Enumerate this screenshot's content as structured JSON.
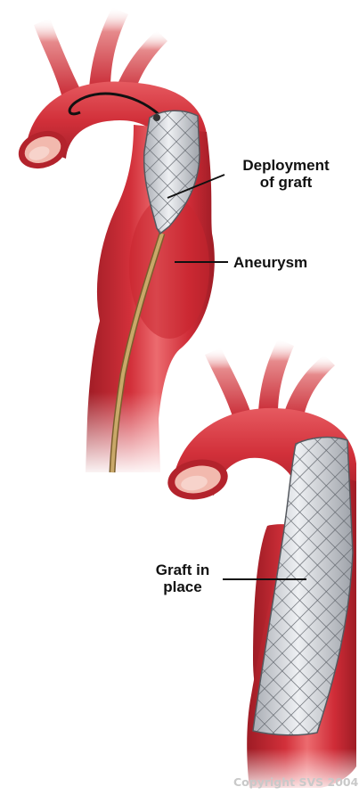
{
  "labels": {
    "deployment": [
      "Deployment",
      "of graft"
    ],
    "aneurysm": "Aneurysm",
    "graft_in_place": [
      "Graft in",
      "place"
    ]
  },
  "copyright": "Copyright SVS 2004",
  "colors": {
    "vessel_red": "#d2303a",
    "vessel_dark": "#9e1c25",
    "vessel_light": "#ec6b6f",
    "lumen_pink": "#f2b9ae",
    "stent_gray": "#d6d9de",
    "catheter_tan": "#b08d52",
    "leader_line": "#111111"
  }
}
